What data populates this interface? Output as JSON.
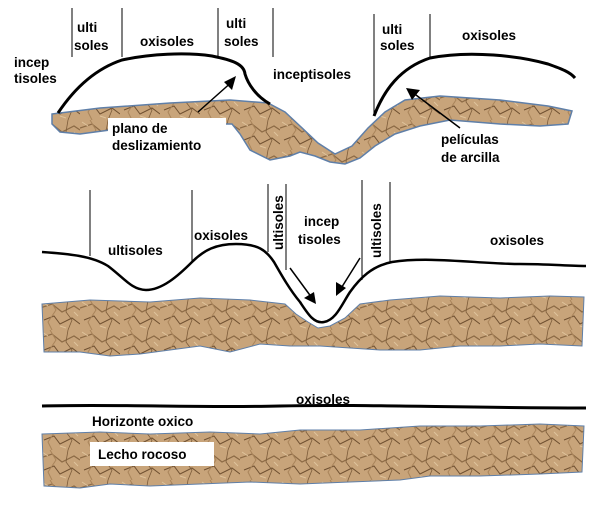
{
  "colors": {
    "rock_light": "#c8a47a",
    "rock_mid": "#a9845a",
    "rock_dark": "#6e4f30",
    "rock_edge": "#5f7fa8",
    "line": "#000000",
    "background": "#ffffff"
  },
  "panel_top": {
    "labels": {
      "inceptisoles_left_1": "incep",
      "inceptisoles_left_2": "tisoles",
      "ultisoles_a_1": "ulti",
      "ultisoles_a_2": "soles",
      "oxisoles_a": "oxisoles",
      "ultisoles_b_1": "ulti",
      "ultisoles_b_2": "soles",
      "inceptisoles_center": "inceptisoles",
      "ultisoles_c_1": "ulti",
      "ultisoles_c_2": "soles",
      "oxisoles_b": "oxisoles",
      "slip_plane_1": "plano de",
      "slip_plane_2": "deslizamiento",
      "clay_films_1": "películas",
      "clay_films_2": "de arcilla"
    }
  },
  "panel_middle": {
    "labels": {
      "ultisoles_a": "ultisoles",
      "oxisoles_a": "oxisoles",
      "ultisoles_vertical_left": "ultisoles",
      "inceptisoles_1": "incep",
      "inceptisoles_2": "tisoles",
      "ultisoles_vertical_right": "ultisoles",
      "oxisoles_b": "oxisoles"
    }
  },
  "panel_bottom": {
    "labels": {
      "oxisoles": "oxisoles",
      "oxic_horizon": "Horizonte oxico",
      "bedrock": "Lecho rocoso"
    }
  }
}
